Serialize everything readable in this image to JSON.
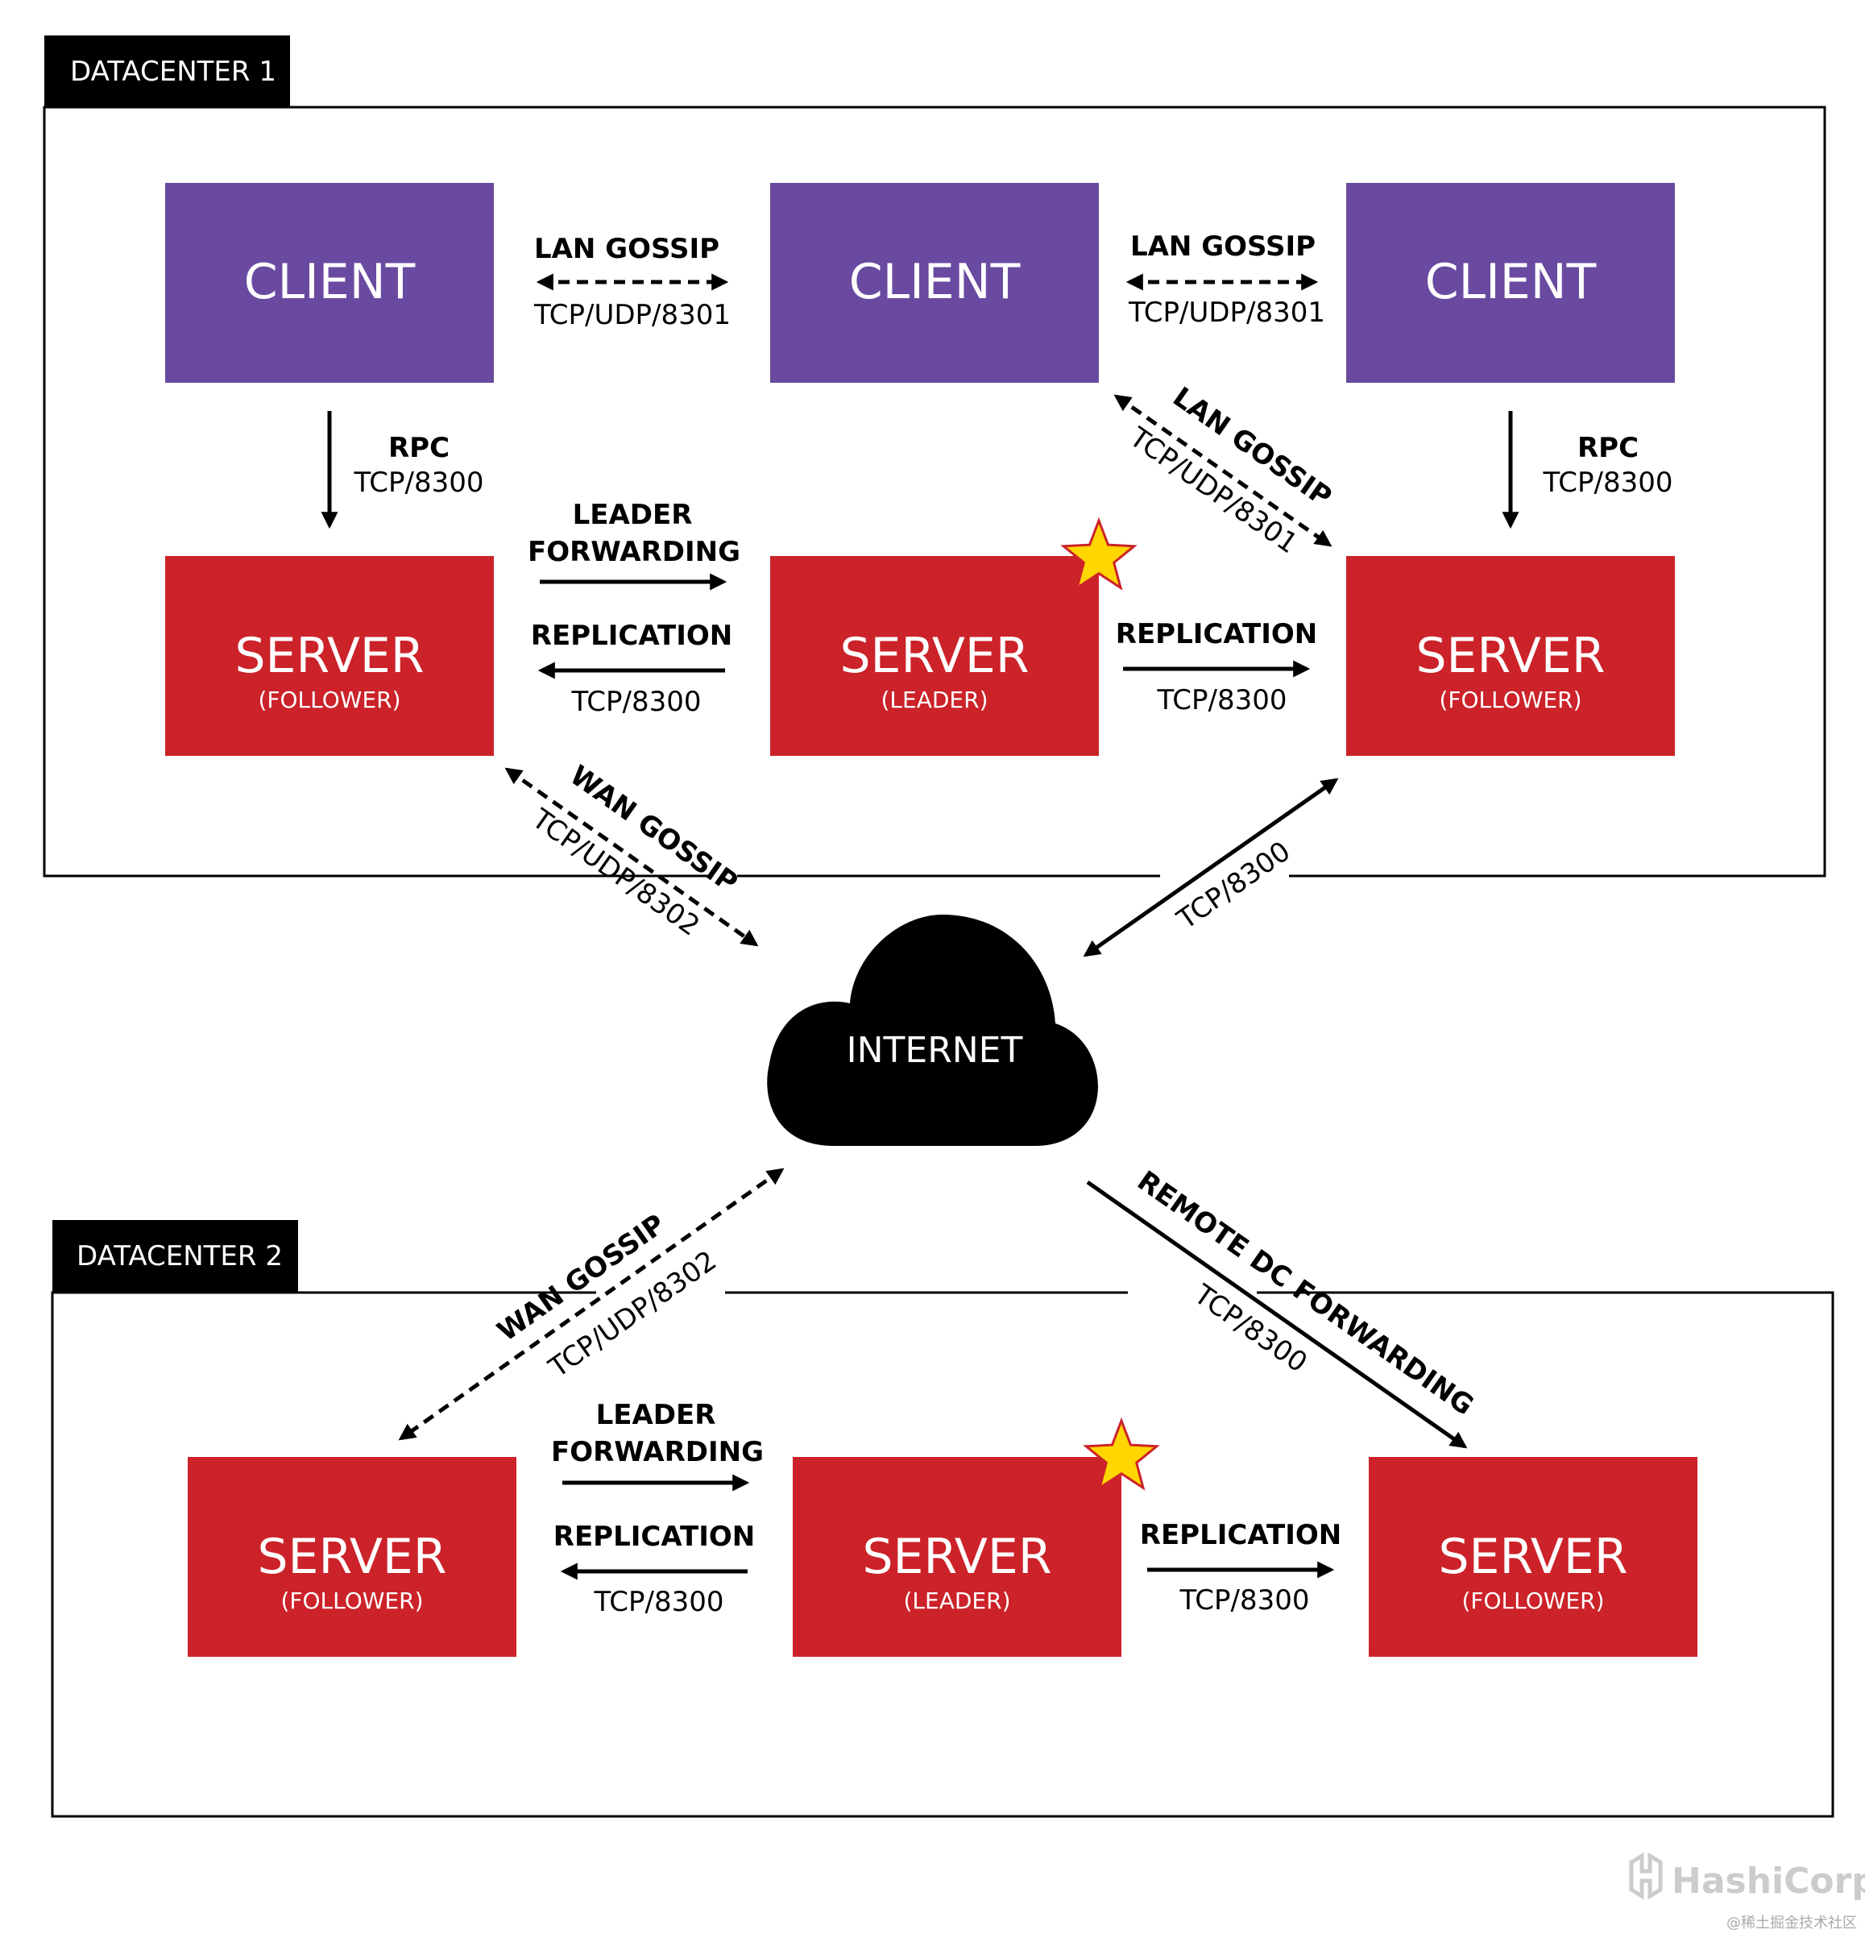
{
  "datacenters": [
    {
      "title": "DATACENTER 1"
    },
    {
      "title": "DATACENTER 2"
    }
  ],
  "nodes": {
    "client": "CLIENT",
    "server": "SERVER",
    "follower": "(FOLLOWER)",
    "leader": "(LEADER)"
  },
  "cloud": {
    "label": "INTERNET"
  },
  "edges": {
    "lan_gossip": "LAN GOSSIP",
    "tcp_udp_8301": "TCP/UDP/8301",
    "rpc": "RPC",
    "tcp_8300": "TCP/8300",
    "leader": "LEADER",
    "forwarding": "FORWARDING",
    "replication": "REPLICATION",
    "wan_gossip": "WAN GOSSIP",
    "tcp_udp_8302": "TCP/UDP/8302",
    "remote_dc_forwarding": "REMOTE DC FORWARDING"
  },
  "brand": {
    "logo": "HashiCorp",
    "watermark": "@稀土掘金技术社区"
  },
  "colors": {
    "client": "#6a4aa0",
    "server": "#cc2229",
    "star": "#ffd600",
    "star_outline": "#cc2229",
    "frame": "#000000",
    "cloud": "#000000",
    "logo": "#cccccc"
  }
}
